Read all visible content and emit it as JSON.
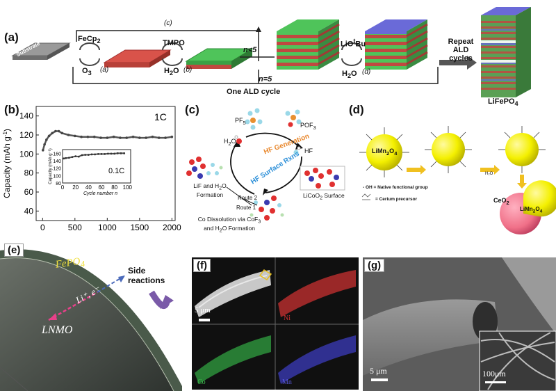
{
  "panel_a": {
    "label": "(a)",
    "substrate": "Substrate",
    "fecp2": "FeCp",
    "fecp2_sub": "2",
    "o3": "O",
    "o3_sub": "3",
    "step_a": "(a)",
    "tmpo": "TMPO",
    "h2o_b": "H",
    "h2o_b_sub": "2",
    "h2o_b_end": "O",
    "step_b": "(b)",
    "step_c": "(c)",
    "n_lt5": "n<5",
    "n_eq5": "n=5",
    "liotbu_pre": "LiO",
    "liotbu_sup": "t",
    "liotbu_post": "Bu",
    "h2o_d": "H",
    "h2o_d_sub": "2",
    "h2o_d_end": "O",
    "step_d": "(d)",
    "repeat_line1": "Repeat",
    "repeat_line2": "ALD cycles",
    "one_cycle": "One ALD cycle",
    "product": "LiFePO",
    "product_sub": "4"
  },
  "panel_b": {
    "label": "(b)",
    "ylabel_pre": "Capacity (mAh g",
    "ylabel_sup": "-1",
    "ylabel_post": ")",
    "rate": "1C",
    "inset_rate": "0.1C",
    "inset_ylabel": "Capacity (mAh g⁻¹)",
    "inset_xlabel": "Cycle number n",
    "x_ticks": [
      "0",
      "500",
      "1000",
      "1500",
      "2000"
    ],
    "y_ticks": [
      "40",
      "60",
      "80",
      "100",
      "120",
      "140"
    ],
    "inset_x_ticks": [
      "0",
      "20",
      "40",
      "60",
      "80",
      "100"
    ],
    "inset_y_ticks": [
      "80",
      "100",
      "120",
      "140",
      "160"
    ]
  },
  "panel_c": {
    "label": "(c)",
    "pf5": "PF",
    "pf5_sub": "5",
    "pof3": "POF",
    "pof3_sub": "3",
    "h2o": "H",
    "h2o_sub": "2",
    "h2o_end": "O",
    "hf": "HF",
    "hf_generation": "HF Generation",
    "hf_surface": "HF Surface Rxns",
    "lif_line1": "LiF and H",
    "lif_line1_sub": "2",
    "lif_line1_end": "O",
    "lif_line2": "Formation",
    "route2": "Route 2",
    "route1": "Route 1",
    "licoo2_pre": "LiCoO",
    "licoo2_sub": "2",
    "licoo2_post": " Surface",
    "co_line1_pre": "Co Dissolution via CoF",
    "co_line1_sub": "3",
    "co_line2_pre": "and H",
    "co_line2_sub": "2",
    "co_line2_post": "O Formation"
  },
  "panel_d": {
    "label": "(d)",
    "core_pre": "LiMn",
    "core_sub1": "2",
    "core_mid": "O",
    "core_sub2": "4",
    "h2o": "H₂O",
    "legend_oh": "- OH  = Native functional group",
    "legend_ce": "= Cerium precursor",
    "ceo2_pre": "CeO",
    "ceo2_sub": "2",
    "coated_pre": "LiMn",
    "coated_sub1": "2",
    "coated_mid": "O",
    "coated_sub2": "4"
  },
  "panel_e": {
    "label": "(e)",
    "coating_pre": "FePO",
    "coating_sub": "4",
    "ions": "Li⁺, e⁻",
    "core": "LNMO",
    "side_reactions": "Side reactions"
  },
  "panel_f": {
    "label": "(f)",
    "scale": "5 μm",
    "ni": "Ni",
    "co": "Co",
    "mn": "Mn"
  },
  "panel_g": {
    "label": "(g)",
    "scale": "5 μm",
    "inset_scale": "100μm"
  },
  "colors": {
    "red_layer": "#d9534a",
    "green_layer": "#4fc45a",
    "blue_layer": "#6a6ad8",
    "hf_generation": "#e8862a",
    "hf_surface": "#2a8ed8",
    "ni_map": "#c83030",
    "co_map": "#30a040",
    "mn_map": "#3838b0",
    "sphere_yellow": "#f4f000",
    "shell_pink": "#f07088"
  },
  "chart_data": {
    "type": "scatter",
    "title": "",
    "xlabel": "",
    "ylabel": "Capacity (mAh g-1)",
    "xlim": [
      -100,
      2050
    ],
    "ylim": [
      30,
      150
    ],
    "series": [
      {
        "name": "1C",
        "x": [
          5,
          30,
          60,
          100,
          150,
          200,
          250,
          300,
          400,
          500,
          600,
          700,
          800,
          900,
          1000,
          1100,
          1200,
          1300,
          1400,
          1500,
          1600,
          1700,
          1800,
          1900,
          2000
        ],
        "y": [
          104,
          110,
          115,
          119,
          122,
          124,
          124,
          122,
          120,
          119,
          118,
          118,
          118,
          117,
          117,
          118,
          117,
          117,
          118,
          117,
          117,
          118,
          117,
          117,
          118
        ]
      }
    ],
    "inset": {
      "xlabel": "Cycle number n",
      "ylabel": "Capacity (mAh g⁻¹)",
      "xlim": [
        0,
        105
      ],
      "ylim": [
        80,
        170
      ],
      "series": [
        {
          "name": "0.1C",
          "x": [
            2,
            5,
            10,
            15,
            20,
            25,
            30,
            35,
            40,
            45,
            50,
            55,
            60,
            65,
            70,
            75,
            80,
            85,
            90,
            95
          ],
          "y": [
            146,
            147,
            148,
            150,
            152,
            151,
            155,
            156,
            156,
            157,
            157,
            158,
            158,
            158,
            159,
            159,
            159,
            160,
            160,
            160
          ]
        }
      ]
    }
  }
}
